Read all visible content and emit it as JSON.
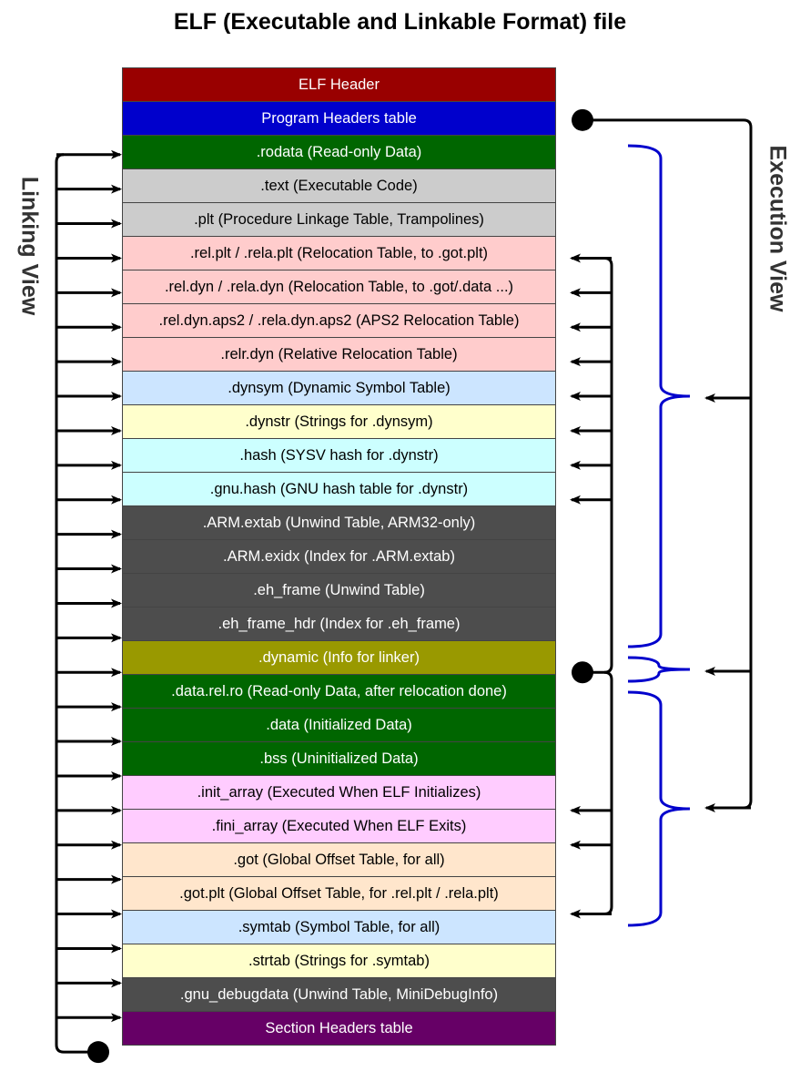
{
  "title": "ELF (Executable and Linkable Format) file",
  "linking_view_label": "Linking View",
  "execution_view_label": "Execution View",
  "sections": [
    {
      "label": "ELF Header",
      "bg": "#990000",
      "fg": "#ffffff"
    },
    {
      "label": "Program Headers table",
      "bg": "#0000cc",
      "fg": "#ffffff"
    },
    {
      "label": ".rodata (Read-only Data)",
      "bg": "#006600",
      "fg": "#ffffff"
    },
    {
      "label": ".text (Executable Code)",
      "bg": "#cccccc",
      "fg": "#000000"
    },
    {
      "label": ".plt (Procedure Linkage Table, Trampolines)",
      "bg": "#cccccc",
      "fg": "#000000"
    },
    {
      "label": ".rel.plt / .rela.plt (Relocation Table, to .got.plt)",
      "bg": "#ffcccc",
      "fg": "#000000"
    },
    {
      "label": ".rel.dyn / .rela.dyn (Relocation Table, to .got/.data ...)",
      "bg": "#ffcccc",
      "fg": "#000000"
    },
    {
      "label": ".rel.dyn.aps2 / .rela.dyn.aps2  (APS2 Relocation Table)",
      "bg": "#ffcccc",
      "fg": "#000000"
    },
    {
      "label": ".relr.dyn (Relative Relocation Table)",
      "bg": "#ffcccc",
      "fg": "#000000"
    },
    {
      "label": ".dynsym (Dynamic Symbol Table)",
      "bg": "#cce5ff",
      "fg": "#000000"
    },
    {
      "label": ".dynstr (Strings for .dynsym)",
      "bg": "#ffffcc",
      "fg": "#000000"
    },
    {
      "label": ".hash (SYSV hash for .dynstr)",
      "bg": "#ccffff",
      "fg": "#000000"
    },
    {
      "label": ".gnu.hash (GNU hash table for .dynstr)",
      "bg": "#ccffff",
      "fg": "#000000"
    },
    {
      "label": ".ARM.extab (Unwind Table, ARM32-only)",
      "bg": "#4d4d4d",
      "fg": "#ffffff"
    },
    {
      "label": ".ARM.exidx (Index for .ARM.extab)",
      "bg": "#4d4d4d",
      "fg": "#ffffff"
    },
    {
      "label": ".eh_frame (Unwind Table)",
      "bg": "#4d4d4d",
      "fg": "#ffffff"
    },
    {
      "label": ".eh_frame_hdr (Index for .eh_frame)",
      "bg": "#4d4d4d",
      "fg": "#ffffff"
    },
    {
      "label": ".dynamic (Info for linker)",
      "bg": "#999900",
      "fg": "#ffffff"
    },
    {
      "label": ".data.rel.ro (Read-only Data, after relocation done)",
      "bg": "#006600",
      "fg": "#ffffff"
    },
    {
      "label": ".data (Initialized Data)",
      "bg": "#006600",
      "fg": "#ffffff"
    },
    {
      "label": ".bss (Uninitialized Data)",
      "bg": "#006600",
      "fg": "#ffffff"
    },
    {
      "label": ".init_array (Executed When ELF Initializes)",
      "bg": "#ffccff",
      "fg": "#000000"
    },
    {
      "label": ".fini_array (Executed When ELF Exits)",
      "bg": "#ffccff",
      "fg": "#000000"
    },
    {
      "label": ".got (Global Offset Table, for all)",
      "bg": "#ffe6cc",
      "fg": "#000000"
    },
    {
      "label": ".got.plt (Global Offset Table, for .rel.plt / .rela.plt)",
      "bg": "#ffe6cc",
      "fg": "#000000"
    },
    {
      "label": ".symtab (Symbol Table, for all)",
      "bg": "#cce5ff",
      "fg": "#000000"
    },
    {
      "label": ".strtab (Strings for .symtab)",
      "bg": "#ffffcc",
      "fg": "#000000"
    },
    {
      "label": ".gnu_debugdata (Unwind Table, MiniDebugInfo)",
      "bg": "#4d4d4d",
      "fg": "#ffffff"
    },
    {
      "label": "Section Headers table",
      "bg": "#660066",
      "fg": "#ffffff"
    }
  ],
  "colors": {
    "arrow": "#000000",
    "brace": "#0000cc"
  }
}
